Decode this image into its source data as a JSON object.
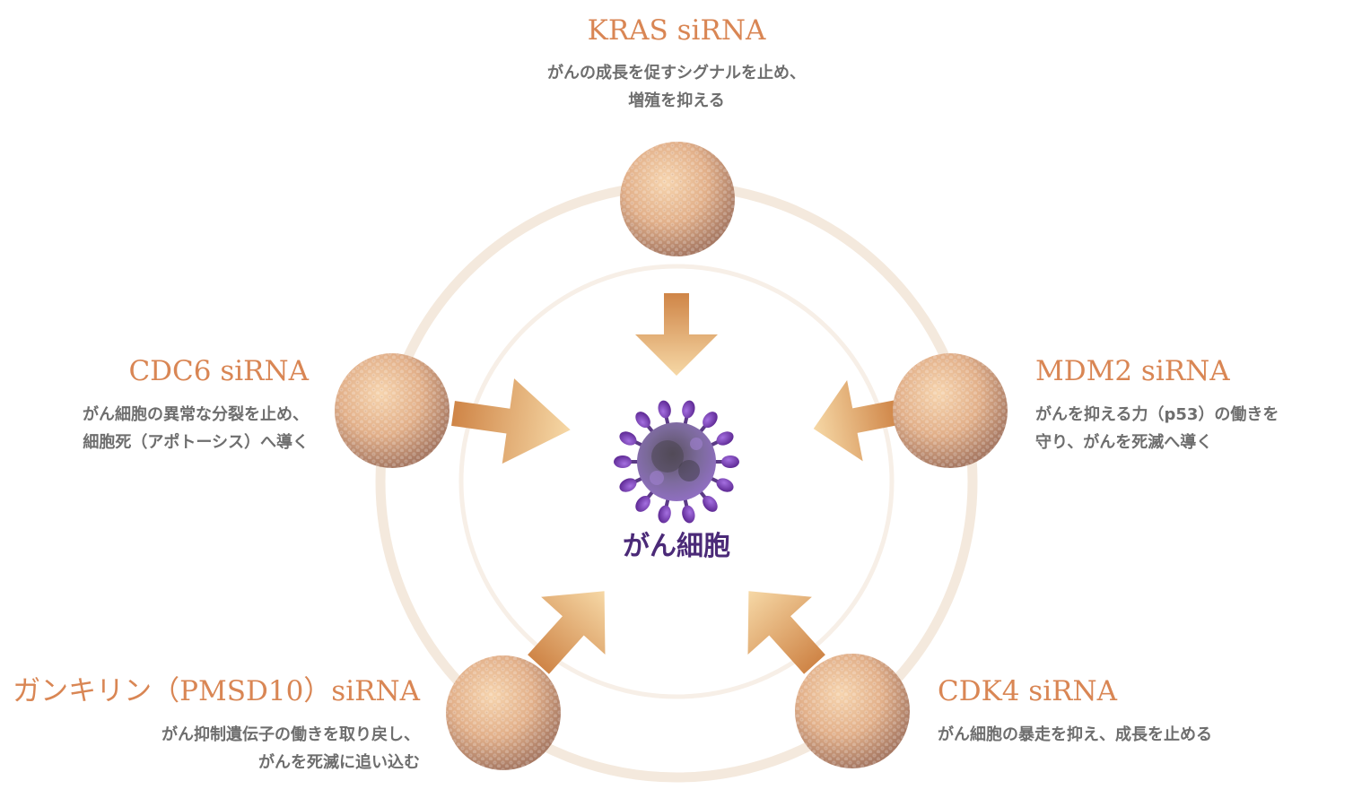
{
  "colors": {
    "title": "#d98654",
    "description": "#6e6e6e",
    "center_label": "#4b2a78",
    "ring": "#f4e9dd",
    "arrow_light": "#f5d49e",
    "arrow_dark": "#d0854a",
    "sphere_light": "#f1caa2",
    "sphere_dark": "#b08168",
    "virus_body": "#6f5a8f",
    "virus_spike": "#7d3fb3"
  },
  "center": {
    "label": "がん細胞",
    "icon": "cancer-cell-icon"
  },
  "nodes": {
    "kras": {
      "title": "KRAS siRNA",
      "desc_line1": "がんの成長を促すシグナルを止め、",
      "desc_line2": "増殖を抑える"
    },
    "mdm2": {
      "title": "MDM2 siRNA",
      "desc_line1": "がんを抑える力（p53）の働きを",
      "desc_line2": "守り、がんを死滅へ導く"
    },
    "cdk4": {
      "title": "CDK4 siRNA",
      "desc_line1": "がん細胞の暴走を抑え、成長を止める"
    },
    "gankyrin": {
      "title": "ガンキリン（PMSD10）siRNA",
      "desc_line1": "がん抑制遺伝子の働きを取り戻し、",
      "desc_line2": "がんを死滅に追い込む"
    },
    "cdc6": {
      "title": "CDC6 siRNA",
      "desc_line1": "がん細胞の異常な分裂を止め、",
      "desc_line2": "細胞死（アポトーシス）へ導く"
    }
  },
  "icons": {
    "sirna_particle": "sirna-particle-icon",
    "arrow": "arrow-icon"
  }
}
